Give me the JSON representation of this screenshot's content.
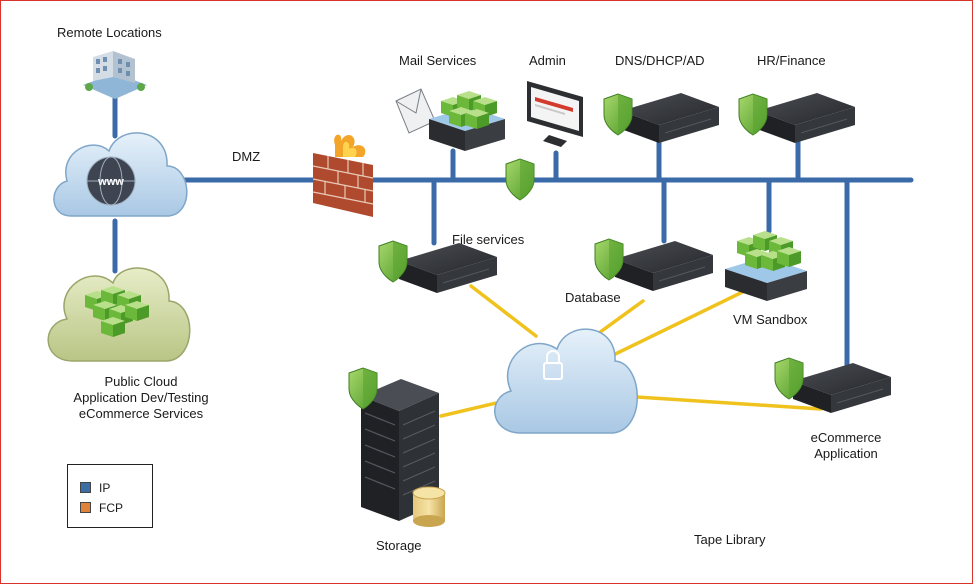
{
  "labels": {
    "remote_locations": "Remote Locations",
    "dmz": "DMZ",
    "mail_services": "Mail Services",
    "admin": "Admin",
    "dns_dhcp_ad": "DNS/DHCP/AD",
    "hr_finance": "HR/Finance",
    "file_services": "File services",
    "database": "Database",
    "vm_sandbox": "VM Sandbox",
    "public_cloud_l1": "Public Cloud",
    "public_cloud_l2": "Application Dev/Testing",
    "public_cloud_l3": "eCommerce Services",
    "ecommerce_l1": "eCommerce",
    "ecommerce_l2": "Application",
    "storage": "Storage",
    "tape_library": "Tape Library"
  },
  "legend": {
    "items": [
      {
        "label": "IP",
        "color": "#3a6ea5"
      },
      {
        "label": "FCP",
        "color": "#e0823a"
      }
    ]
  },
  "colors": {
    "ip_line": "#3b6aa8",
    "fcp_line": "#f0c21e",
    "server_dark": "#2d2f33",
    "shield_green": "#7cc142",
    "cloud_blue": "#c6dcef",
    "public_cloud": "#cfd8a3",
    "firewall_brick": "#b04a2e",
    "frame_border": "#d9342b"
  },
  "icons": [
    "building-icon",
    "www-cloud-icon",
    "public-cloud-icon",
    "firewall-icon",
    "mail-server-icon",
    "admin-monitor-icon",
    "dns-server-icon",
    "hr-server-icon",
    "file-server-icon",
    "database-server-icon",
    "vm-sandbox-icon",
    "secure-cloud-icon",
    "ecommerce-server-icon",
    "storage-rack-icon",
    "tape-library-icon",
    "shield-icon"
  ]
}
